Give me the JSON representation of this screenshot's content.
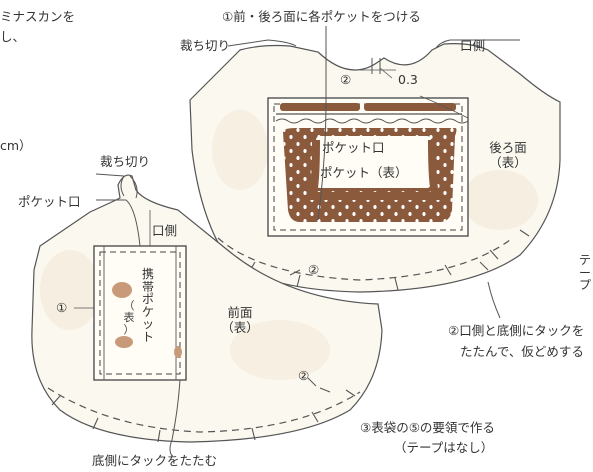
{
  "step1_title": "①前・後ろ面に各ポケットをつける",
  "top_left_line1": "ミナスカンを",
  "top_left_line2": "し、",
  "left_unit": "cm）",
  "back": {
    "cut_edge": "裁ち切り",
    "opening_side": "口側",
    "marker_num": "②",
    "measure": "0.3",
    "pocket_opening": "ポケット口",
    "pocket_label": "ポケット（表）",
    "panel_line1": "後ろ面",
    "panel_line2": "（表）",
    "tuck_marker": "②"
  },
  "front": {
    "cut_edge": "裁ち切り",
    "pocket_opening": "ポケット口",
    "opening_side": "口側",
    "phone_pocket_chars": [
      "携",
      "帯",
      "ポ",
      "ケ",
      "ッ",
      "ト"
    ],
    "phone_pocket_side_chars": [
      "（",
      "表",
      "）"
    ],
    "marker_num": "①",
    "panel_line1": "前面",
    "panel_line2": "（表）",
    "tuck_marker": "②"
  },
  "right_edge_chars": [
    "テ",
    "ー",
    "プ"
  ],
  "note2_line1": "②口側と底側にタックを",
  "note2_line2": "たたんで、仮どめする",
  "note3_line1": "③表袋の⑤の要領で作る",
  "note3_line2": "（テープはなし）",
  "bottom_note": "底側にタックをたたむ",
  "colors": {
    "paper": "#fbf8f0",
    "stain": "#f3ead8",
    "outline": "#555555",
    "pocket_brown": "#8b5a3c",
    "pocket_light": "#c89a7a"
  }
}
